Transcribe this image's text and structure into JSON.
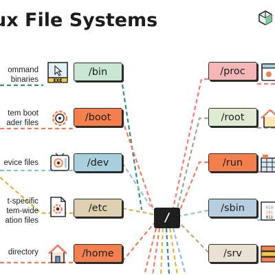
{
  "title": "ux File Systems",
  "root_label": "/",
  "colors": {
    "green": "#c8e6d3",
    "orange": "#f5804f",
    "teal": "#a9d1dd",
    "tan": "#ddd0b0",
    "sage": "#d5dfc8",
    "pink": "#f4b6b6",
    "light_green": "#e1ead5",
    "blue_gray": "#b7cfe0",
    "brown": "#e9e1d4"
  },
  "left": [
    {
      "path": "/bin",
      "desc": [
        "ommand",
        "binaries"
      ],
      "icon": "exe-cursor-icon",
      "color": "#c8e6d3"
    },
    {
      "path": "/boot",
      "desc": [
        "tem boot",
        "ader files"
      ],
      "icon": "gear-icon",
      "color": "#f5804f"
    },
    {
      "path": "/dev",
      "desc": [
        "evice files"
      ],
      "icon": "device-icon",
      "color": "#a9d1dd"
    },
    {
      "path": "/etc",
      "desc": [
        "t-specific",
        "tem-wide",
        "ation files"
      ],
      "icon": "config-file-icon",
      "color": "#ddd0b0"
    },
    {
      "path": "/home",
      "desc": [
        "directory"
      ],
      "icon": "home-icon",
      "color": "#f5804f"
    }
  ],
  "right": [
    {
      "path": "/proc",
      "icon": "process-window-icon",
      "color": "#f4b6b6"
    },
    {
      "path": "/root",
      "icon": "root-home-icon",
      "color": "#e1ead5"
    },
    {
      "path": "/run",
      "icon": "run-data-icon",
      "color": "#f5804f"
    },
    {
      "path": "/sbin",
      "icon": "binary-icon",
      "color": "#b7cfe0"
    },
    {
      "path": "/srv",
      "icon": "server-stack-icon",
      "color": "#e9e1d4"
    }
  ]
}
